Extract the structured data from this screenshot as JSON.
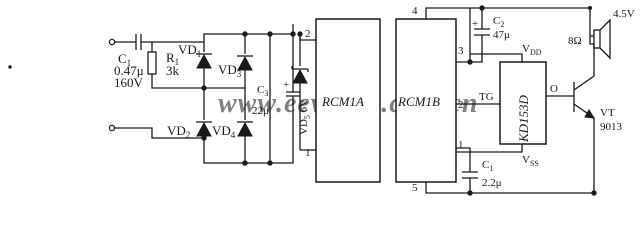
{
  "watermark": "www.eeworld.com.cn",
  "input_cap": {
    "ref_main": "C",
    "ref_sub": "1",
    "value": "0.47μ",
    "voltage": "160V"
  },
  "input_resistor": {
    "ref_main": "R",
    "ref_sub": "1",
    "value": "3k"
  },
  "diodes": {
    "vd1": {
      "main": "VD",
      "sub": "1"
    },
    "vd2": {
      "main": "VD",
      "sub": "2"
    },
    "vd3": {
      "main": "VD",
      "sub": "3"
    },
    "vd4": {
      "main": "VD",
      "sub": "4"
    },
    "zener": {
      "main": "VD",
      "sub": "5",
      "suffix": " 6V"
    }
  },
  "filter_cap": {
    "ref_main": "C",
    "ref_sub": "3",
    "value": "22μ"
  },
  "supply_cap": {
    "ref_main": "C",
    "ref_sub": "2",
    "value": "47μ"
  },
  "timing_cap": {
    "ref_main": "C",
    "ref_sub": "1",
    "value": "2.2μ"
  },
  "ic1": {
    "name": "RCM1A",
    "pin_top": "2",
    "pin_bottom": "1"
  },
  "ic2": {
    "name": "RCM1B",
    "pin_top": "4",
    "pin_mid_top": "3",
    "pin_right": "2",
    "pin_mid_bottom": "1",
    "pin_bottom": "5"
  },
  "ic3": {
    "name": "KD153D",
    "pin_tg": "TG",
    "pin_out": "O",
    "vdd_main": "V",
    "vdd_sub": "DD",
    "vss_main": "V",
    "vss_sub": "SS"
  },
  "speaker": {
    "impedance": "8Ω"
  },
  "supply": {
    "voltage": "4.5V"
  },
  "transistor": {
    "ref": "VT",
    "part": "9013"
  }
}
